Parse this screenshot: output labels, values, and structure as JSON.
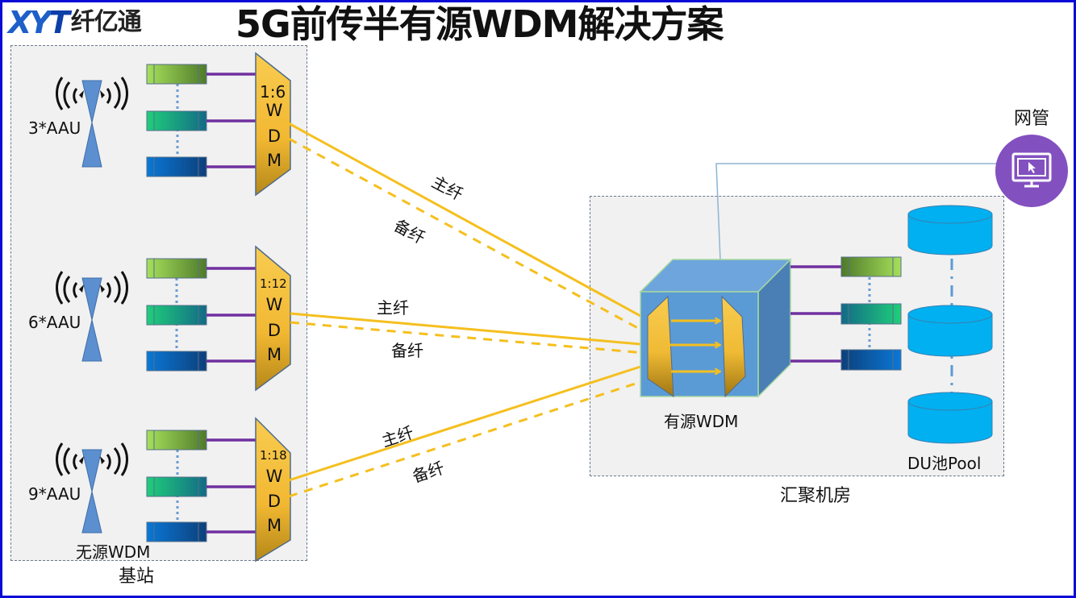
{
  "header": {
    "logo_mark": "XYT",
    "logo_name": "纤亿通",
    "title": "5G前传半有源WDM解决方案"
  },
  "base_station": {
    "zone_label": "基站",
    "passive_wdm_label": "无源WDM",
    "sites": [
      {
        "aau_label": "3*AAU",
        "wdm_ratio": "1:6",
        "wdm_letters": [
          "W",
          "D",
          "M"
        ]
      },
      {
        "aau_label": "6*AAU",
        "wdm_ratio": "1:12",
        "wdm_letters": [
          "W",
          "D",
          "M"
        ]
      },
      {
        "aau_label": "9*AAU",
        "wdm_ratio": "1:18",
        "wdm_letters": [
          "W",
          "D",
          "M"
        ]
      }
    ]
  },
  "links": [
    {
      "primary_label": "主纤",
      "backup_label": "备纤"
    },
    {
      "primary_label": "主纤",
      "backup_label": "备纤"
    },
    {
      "primary_label": "主纤",
      "backup_label": "备纤"
    }
  ],
  "hub": {
    "zone_label": "汇聚机房",
    "active_wdm_label": "有源WDM",
    "du_pool_label": "DU池Pool"
  },
  "nms": {
    "label": "网管",
    "icon": "monitor-cursor-icon"
  },
  "colors": {
    "frame": "#0a0ad6",
    "fiber": "#f5bf1e",
    "patch_cord": "#7030a0",
    "wdm_gold": "#f5c040",
    "cube_blue": "#5b9bd5",
    "du_cyan": "#00b0f0",
    "nms_purple": "#8350c0"
  }
}
